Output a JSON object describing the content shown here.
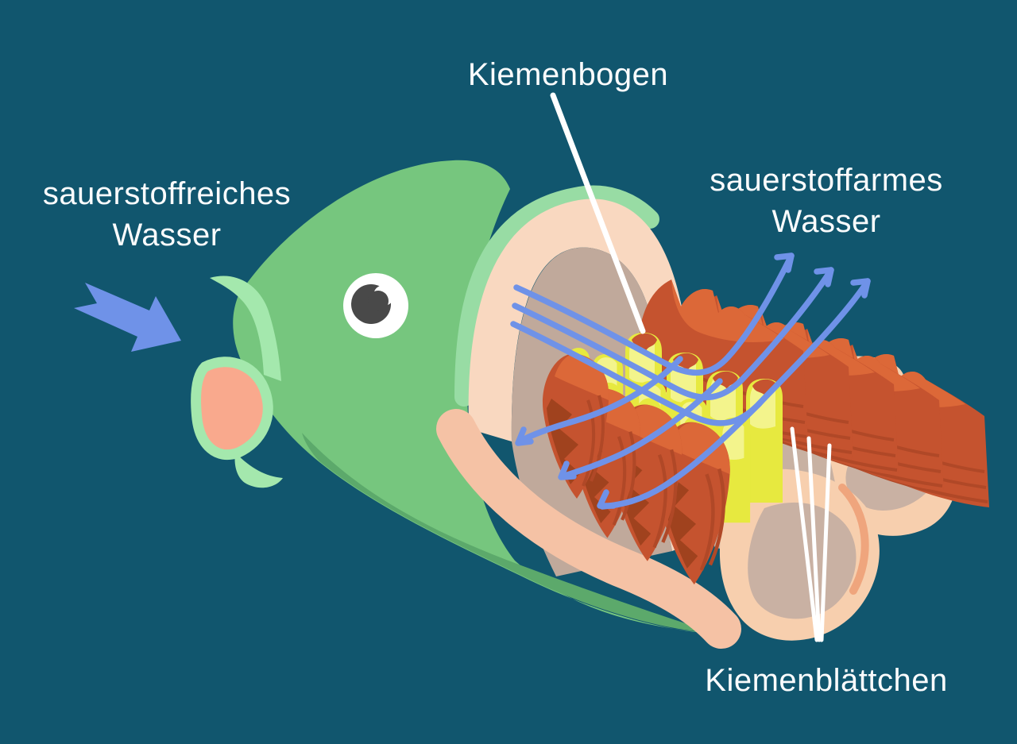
{
  "diagram": {
    "subject": "fish-gill-anatomy-cutaway",
    "language": "de",
    "labels": {
      "gill_arch": "Kiemenbogen",
      "gill_filaments": "Kiemenblättchen",
      "oxygen_rich_line1": "sauerstoffreiches",
      "oxygen_rich_line2": "Wasser",
      "oxygen_poor_line1": "sauerstoffarmes",
      "oxygen_poor_line2": "Wasser"
    },
    "icons": {
      "inflow_arrow": "block-arrow-down-right",
      "outflow_arrows": "curved-thin-arrows-up-right",
      "throughflow_arrows": "curved-thin-arrows-down-left",
      "pointer_lines": "white-leader-lines"
    },
    "colors": {
      "background": "#11566E",
      "label_text": "#FBFCFD",
      "head_green": "#76C67E",
      "head_under_green": "#5CA96B",
      "cut_edge_green": "#98DCA4",
      "lip_mint": "#A4E8AD",
      "mouth_salmon": "#F9A98D",
      "arch_peach": "#F9D8C0",
      "cavity_tan": "#C0A99B",
      "jaw_band_peach": "#F5C2A5",
      "body_peach": "#F7CFAE",
      "body_inner_tan": "#C9B1A3",
      "body_rim_salmon": "#EFA57D",
      "gill_red": "#C5532F",
      "gill_red_dark": "#A0421E",
      "gill_red_bright": "#DC6838",
      "gill_ridge_red": "#B04827",
      "arch_yellow": "#E7E93F",
      "arch_yellow_light": "#F3F48C",
      "flow_blue": "#6F92E8",
      "pointer_white": "#FFFFFF",
      "eye_pupil": "#494949"
    }
  }
}
